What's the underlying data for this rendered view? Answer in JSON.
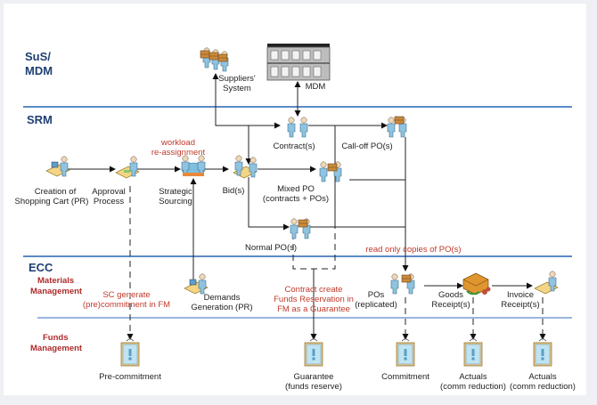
{
  "lanes": {
    "sus_mdm": [
      "SuS/",
      "MDM"
    ],
    "srm": "SRM",
    "ecc": "ECC",
    "materials_management": [
      "Materials",
      "Management"
    ],
    "funds_management": [
      "Funds",
      "Management"
    ]
  },
  "nodes": {
    "suppliers_system": [
      "Suppliers'",
      "System"
    ],
    "mdm": [
      "MDM"
    ],
    "contracts": [
      "Contract(s)"
    ],
    "call_off_po": [
      "Call-off PO(s)"
    ],
    "shopping_cart": [
      "Creation of",
      "Shopping Cart (PR)"
    ],
    "approval": [
      "Approval",
      "Process"
    ],
    "strategic_sourcing": [
      "Strategic",
      "Sourcing"
    ],
    "bids": [
      "Bid(s)"
    ],
    "mixed_po": [
      "Mixed PO",
      "(contracts + POs)"
    ],
    "normal_po": [
      "Normal PO(s)"
    ],
    "demands_generation": [
      "Demands",
      "Generation (PR)"
    ],
    "pos_replicated": [
      "POs",
      "(replicated)"
    ],
    "goods_receipt": [
      "Goods",
      "Receipt(s)"
    ],
    "invoice_receipt": [
      "Invoice",
      "Receipt(s)"
    ],
    "pre_commitment": [
      "Pre-commitment"
    ],
    "guarantee": [
      "Guarantee",
      "(funds reserve)"
    ],
    "commitment": [
      "Commitment"
    ],
    "actuals_gr": [
      "Actuals",
      "(comm reduction)"
    ],
    "actuals_ir": [
      "Actuals",
      "(comm reduction)"
    ]
  },
  "notes": {
    "workload": [
      "workload",
      "re-assignment"
    ],
    "read_only": [
      "read only copies of PO(s)"
    ],
    "sc_generate": [
      "SC generate",
      "(pre)commitment in FM"
    ],
    "contract_create": [
      "Contract create",
      "Funds Reservation in",
      "FM as a Guarantee"
    ]
  },
  "colors": {
    "lane_line": "#5b8ac6",
    "lane_text": "#1f3f72",
    "sub_text": "#b02a2a",
    "note_text": "#c0392b"
  }
}
